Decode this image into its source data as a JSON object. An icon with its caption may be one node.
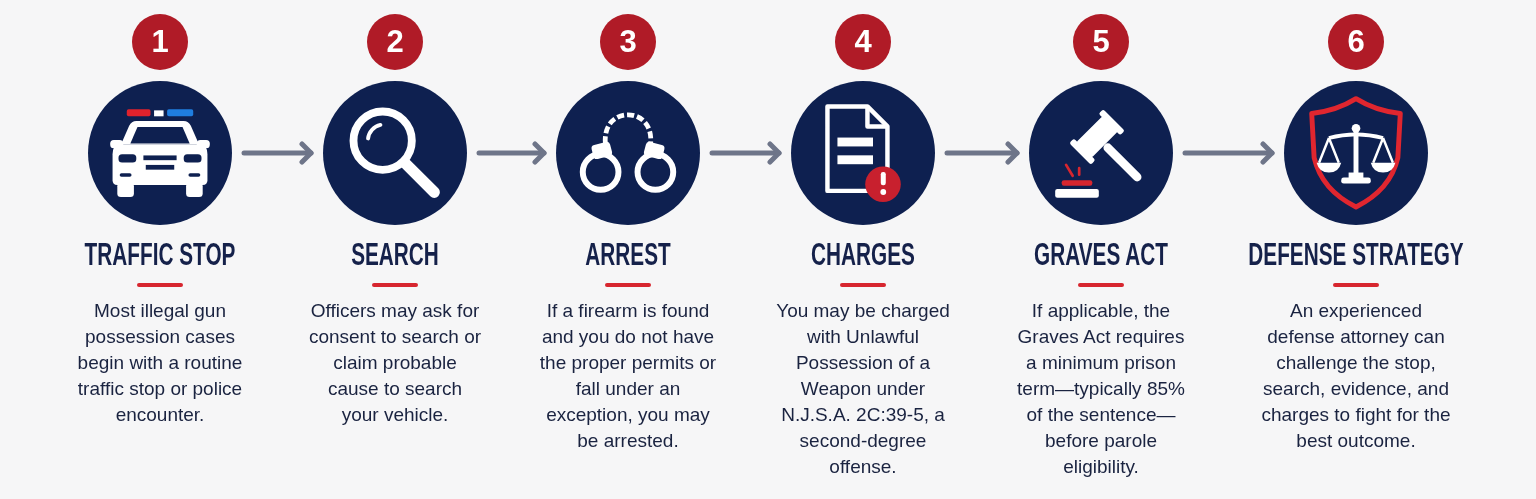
{
  "diagram": {
    "nodes": [
      {
        "text": [
          "1"
        ]
      },
      {
        "text": [],
        "shape": "circle",
        "beside": [
          "TRAFFIC STOP",
          "Most illegal gun possession cases begin with a routine traffic stop or police encounter."
        ]
      },
      {
        "text": [
          "2"
        ]
      },
      {
        "text": [],
        "shape": "circle",
        "beside": [
          "SEARCH",
          "Officers may ask for consent to search or claim probable cause to search your vehicle."
        ]
      },
      {
        "text": [
          "3"
        ]
      },
      {
        "text": [],
        "shape": "circle",
        "beside": [
          "ARREST",
          "If a firearm is found and you do not have the proper permits or fall under an exception, you may be arrested."
        ]
      },
      {
        "text": [
          "4"
        ]
      },
      {
        "text": [],
        "shape": "circle",
        "beside": [
          "CHARGES",
          "You may be charged with Unlawful Possession of a Weapon under N.J.S.A. 2C:39-5, a second-degree offense."
        ]
      },
      {
        "text": [
          "5"
        ]
      },
      {
        "text": [],
        "shape": "circle",
        "beside": [
          "GRAVES ACT",
          "If applicable, the Graves Act requires a minimum prison term—typically 85% of the sentence—before parole eligibility."
        ]
      },
      {
        "text": [
          "6"
        ]
      },
      {
        "text": [],
        "shape": "circle",
        "beside": [
          "DEFENSE STRATEGY",
          "An experienced defense attorney can challenge the stop, search, evidence, and charges to fight for the best outcome."
        ]
      }
    ],
    "edges": [
      {
        "from": 1,
        "to": 3,
        "arrow": "to"
      },
      {
        "from": 3,
        "to": 5,
        "arrow": "to"
      },
      {
        "from": 5,
        "to": 7,
        "arrow": "to"
      },
      {
        "from": 7,
        "to": 9,
        "arrow": "to"
      },
      {
        "from": 9,
        "to": 11,
        "arrow": "to"
      }
    ]
  }
}
